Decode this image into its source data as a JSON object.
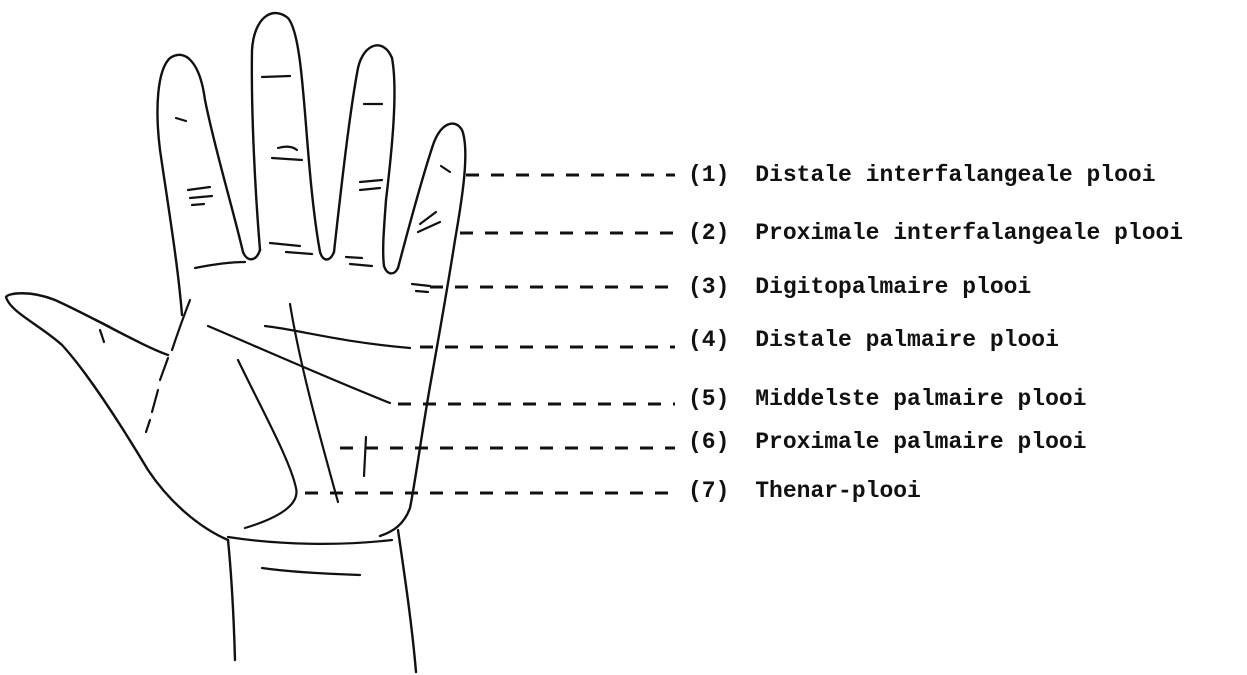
{
  "labels": [
    {
      "number": "(1)",
      "text": "Distale interfalangeale plooi"
    },
    {
      "number": "(2)",
      "text": "Proximale interfalangeale plooi"
    },
    {
      "number": "(3)",
      "text": "Digitopalmaire plooi"
    },
    {
      "number": "(4)",
      "text": "Distale palmaire plooi"
    },
    {
      "number": "(5)",
      "text": "Middelste palmaire plooi"
    },
    {
      "number": "(6)",
      "text": "Proximale palmaire plooi"
    },
    {
      "number": "(7)",
      "text": "Thenar-plooi"
    }
  ]
}
